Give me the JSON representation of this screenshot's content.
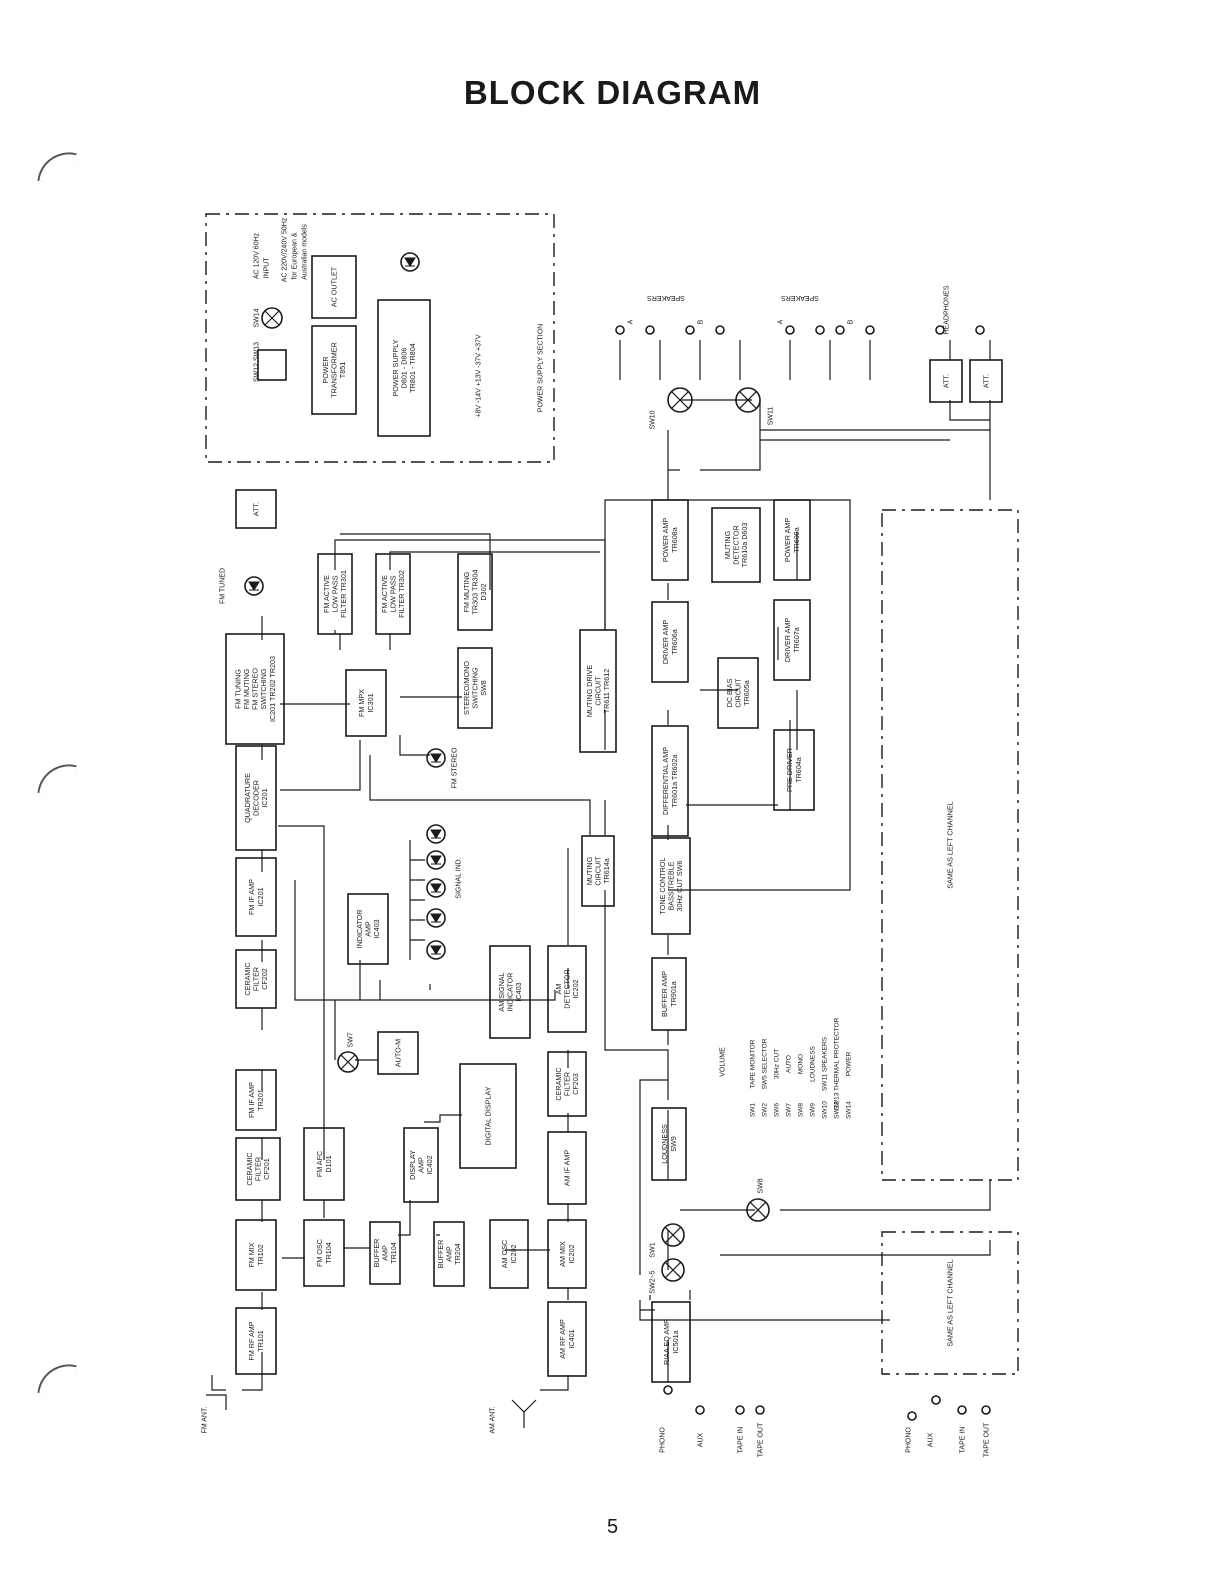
{
  "title": "BLOCK DIAGRAM",
  "page_number": "5",
  "power_section": {
    "label": "POWER SUPPLY SECTION",
    "sw12_13": "SW12 SW13",
    "sw14": "SW14",
    "ac_input_1": "AC 120V 60Hz",
    "ac_input_2": "INPUT",
    "ac_input_3": "AC 220V/240V 50Hz",
    "ac_input_4": "for European &",
    "ac_input_5": "Australian models",
    "transformer": [
      "POWER",
      "TRANSFORMER",
      "T851"
    ],
    "ac_outlet": "AC OUTLET",
    "supply": [
      "POWER SUPPLY",
      "D801 - D806",
      "TR801 - TR804"
    ],
    "voltages": "+8V -14V +13V -37V +37V"
  },
  "blocks": {
    "fm_rf_amp": [
      "FM RF AMP",
      "TR101"
    ],
    "fm_mix": [
      "FM MIX",
      "TR102"
    ],
    "ceramic_filter_1": [
      "CERAMIC",
      "FILTER",
      "CF201"
    ],
    "fm_if_amp_1": [
      "FM IF AMP",
      "TR201"
    ],
    "ceramic_filter_2": [
      "CERAMIC",
      "FILTER",
      "CF202"
    ],
    "fm_if_amp_2": [
      "FM IF AMP",
      "IC201"
    ],
    "quadrature": [
      "QUADRATURE",
      "DECODER",
      "IC201"
    ],
    "fm_tuning": [
      "FM TUNING",
      "FM MUTING",
      "FM STEREO",
      "SWITCHING",
      "IC201 TR202 TR203"
    ],
    "att_tuner": [
      "ATT."
    ],
    "fm_osc": [
      "FM OSC",
      "TR104"
    ],
    "fm_afc": [
      "FM AFC",
      "D101"
    ],
    "buffer_amp_1": [
      "BUFFER",
      "AMP",
      "TR104"
    ],
    "buffer_amp_2": [
      "BUFFER",
      "AMP",
      "TR204"
    ],
    "display_amp": [
      "DISPLAY",
      "AMP",
      "IC402"
    ],
    "digital_display": [
      "DIGITAL DISPLAY"
    ],
    "auto_m": [
      "AUTO-M"
    ],
    "indicator_amp": [
      "INDICATOR",
      "AMP",
      "IC403"
    ],
    "fm_mpx": [
      "FM MPX",
      "IC301"
    ],
    "lpf_1": [
      "FM ACTIVE",
      "LOW PASS",
      "FILTER TR301"
    ],
    "lpf_2": [
      "FM ACTIVE",
      "LOW PASS",
      "FILTER TR302"
    ],
    "fm_muting": [
      "FM MUTING",
      "TR303 TR304",
      "D302"
    ],
    "stereo_mono": [
      "STEREO/MONO",
      "SWITCHING",
      "SW8"
    ],
    "am_rf_amp": [
      "AM RF AMP",
      "IC401"
    ],
    "am_mix": [
      "AM MIX",
      "IC202"
    ],
    "am_osc": [
      "AM OSC",
      "IC202"
    ],
    "am_if_amp": [
      "AM IF AMP"
    ],
    "ceramic_filter_3": [
      "CERAMIC",
      "FILTER",
      "CF203"
    ],
    "am_detector": [
      "AM",
      "DETECTOR",
      "IC202"
    ],
    "am_signal_ind": [
      "AM SIGNAL",
      "INDICATOR",
      "IC403"
    ],
    "muting_circuit": [
      "MUTING",
      "CIRCUIT",
      "TR614a"
    ],
    "muting_drive": [
      "MUTING DRIVE",
      "CIRCUIT",
      "TR611 TR612"
    ],
    "riaa": [
      "RIAA EQ AMP",
      "IC501a"
    ],
    "loudness": [
      "LOUDNESS",
      "SW9"
    ],
    "buffer_amp_3": [
      "BUFFER AMP",
      "TR901a"
    ],
    "tone_control": [
      "TONE CONTROL",
      "BASS TREBLE",
      "30Hz CUT SW6"
    ],
    "differential": [
      "DIFFERENTIAL AMP",
      "TR601a TR602a"
    ],
    "driver_amp_1": [
      "DRIVER AMP",
      "TR606a"
    ],
    "power_amp_1": [
      "POWER AMP",
      "TR608a"
    ],
    "dc_bias": [
      "DC BIAS",
      "CIRCUIT",
      "TR605a"
    ],
    "muting_detector": [
      "MUTING",
      "DETECTOR",
      "TR610a D603"
    ],
    "pre_driver": [
      "PRE DRIVER",
      "TR604a"
    ],
    "driver_amp_2": [
      "DRIVER AMP",
      "TR607a"
    ],
    "power_amp_2": [
      "POWER AMP",
      "TR609a"
    ],
    "att_hp_1": [
      "ATT."
    ],
    "att_hp_2": [
      "ATT."
    ],
    "same_left_1": [
      "SAME AS LEFT CHANNEL"
    ],
    "same_left_2": [
      "SAME AS LEFT CHANNEL"
    ]
  },
  "labels": {
    "fm_ant": "FM ANT.",
    "am_ant": "AM ANT.",
    "fm_tuned": "FM TUNED",
    "fm_stereo": "FM STEREO",
    "signal_ind": "SIGNAL IND.",
    "sw7": "SW7",
    "sw1": "SW1",
    "sw2_5": "SW2~5",
    "sw8": "SW8",
    "sw10": "SW10",
    "sw11": "SW11",
    "volume": "VOLUME",
    "speakers_1": "SPEAKERS",
    "speakers_2": "SPEAKERS",
    "headphones": "HEADPHONES",
    "a1": "A",
    "b1": "B",
    "a2": "A",
    "b2": "B"
  },
  "inputs_left": [
    "PHONO",
    "AUX",
    "TAPE IN",
    "TAPE OUT"
  ],
  "inputs_right": [
    "PHONO",
    "AUX",
    "TAPE IN",
    "TAPE OUT"
  ],
  "switch_legend": [
    [
      "SW1",
      "TAPE MONITOR"
    ],
    [
      "SW2",
      "SW5  SELECTOR"
    ],
    [
      "SW6",
      "30Hz CUT"
    ],
    [
      "SW7",
      "AUTO"
    ],
    [
      "SW8",
      "MONO"
    ],
    [
      "SW9",
      "LOUDNESS"
    ],
    [
      "SW10",
      "SW11  SPEAKERS"
    ],
    [
      "SW12",
      "SW13  THERMAL PROTECTOR"
    ],
    [
      "SW14",
      "POWER"
    ]
  ]
}
